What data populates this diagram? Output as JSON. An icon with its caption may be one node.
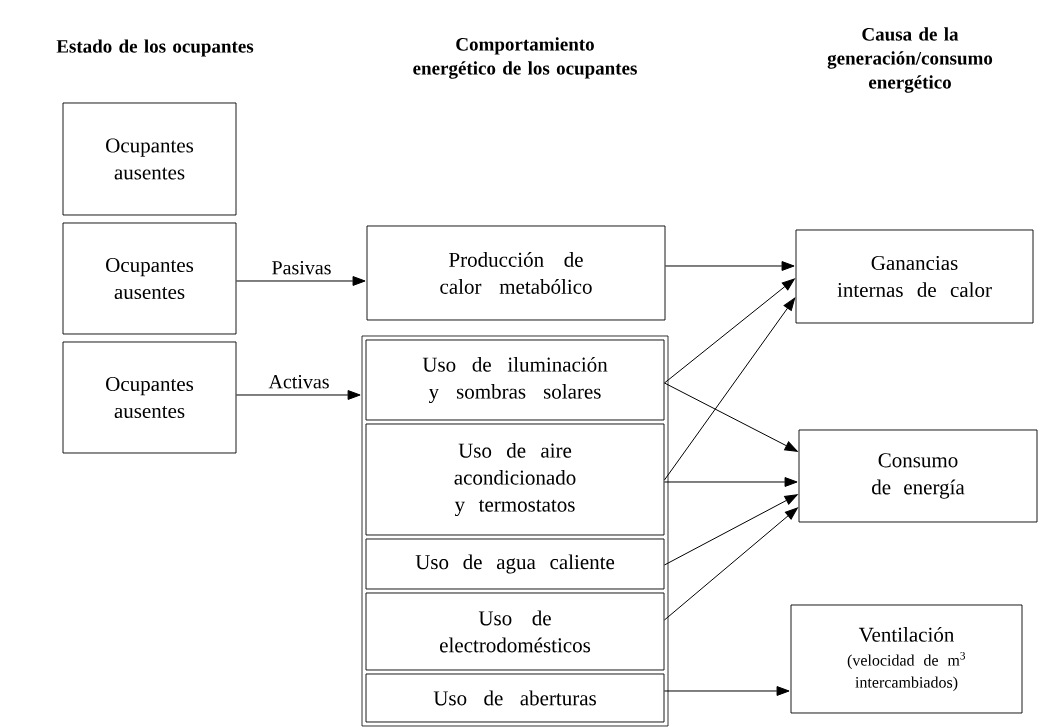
{
  "diagram": {
    "nodes": [
      {
        "text": [
          "Ocupantes ausentes"
        ]
      },
      {
        "text": [
          "Ocupantes ausentes"
        ]
      },
      {
        "text": [
          "Ocupantes ausentes"
        ]
      },
      {
        "text": [
          "Producción de calor metabólico"
        ]
      },
      {
        "text": [],
        "shape": "box"
      },
      {
        "text": [
          "Uso de iluminación y sombras solares"
        ],
        "in": 4
      },
      {
        "text": [
          "Uso de aire acondicionado y termostatos"
        ],
        "in": 4
      },
      {
        "text": [
          "Uso de agua caliente"
        ],
        "in": 4
      },
      {
        "text": [
          "Uso de electrodomésticos"
        ],
        "in": 4
      },
      {
        "text": [
          "Uso de aberturas"
        ],
        "in": 4
      },
      {
        "text": [
          "Ganancias internas de calor"
        ]
      },
      {
        "text": [
          "Consumo de energía"
        ]
      },
      {
        "text": [
          "Ventilación",
          "(velocidad de m$^{3}$ intercambiados)"
        ]
      }
    ],
    "edges": [
      {
        "from": 1,
        "to": 3,
        "arrow": "to",
        "label": "Pasivas"
      },
      {
        "from": 2,
        "to": 4,
        "arrow": "to",
        "label": "Activas"
      },
      {
        "from": 3,
        "to": 10,
        "arrow": "to"
      },
      {
        "from": 5,
        "to": 10,
        "arrow": "to"
      },
      {
        "from": 6,
        "to": 10,
        "arrow": "to"
      },
      {
        "from": 5,
        "to": 11,
        "arrow": "to"
      },
      {
        "from": 6,
        "to": 11,
        "arrow": "to"
      },
      {
        "from": 7,
        "to": 11,
        "arrow": "to"
      },
      {
        "from": 8,
        "to": 11,
        "arrow": "to"
      },
      {
        "from": 9,
        "to": 12,
        "arrow": "to"
      }
    ],
    "labels": [
      "Estado de los ocupantes",
      "Comportamiento energético de los ocupantes",
      "Causa de la generación/consumo energético"
    ]
  }
}
